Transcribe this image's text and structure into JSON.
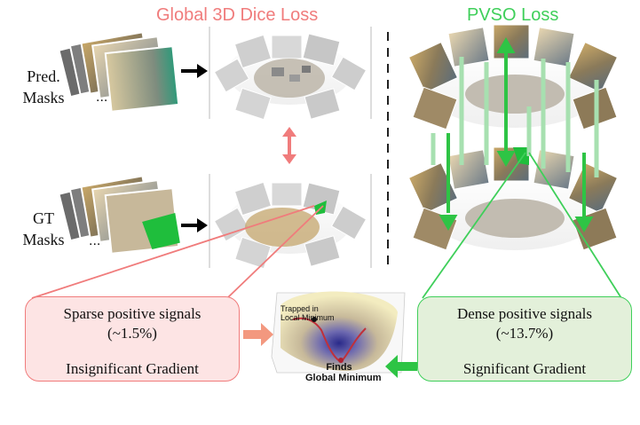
{
  "titles": {
    "left": "Global 3D Dice Loss",
    "right": "PVSO Loss"
  },
  "row_labels": {
    "pred": [
      "Pred.",
      "Masks"
    ],
    "gt": [
      "GT",
      "Masks"
    ],
    "ellipsis": "..."
  },
  "left_box": {
    "line1": "Sparse positive signals",
    "line2": "(~1.5%)",
    "line3": "Insignificant Gradient"
  },
  "right_box": {
    "line1": "Dense positive signals",
    "line2": "(~13.7%)",
    "line3": "Significant Gradient"
  },
  "landscape": {
    "trapped_1": "Trapped in",
    "trapped_2": "Local Minimum",
    "finds_1": "Finds",
    "finds_2": "Global Minimum"
  },
  "colors": {
    "left_accent": "#f07c7c",
    "right_accent": "#3fcf5a",
    "left_box_fill": "#fde4e4",
    "right_box_fill": "#e3f0da",
    "arrow_pink": "#f3987f",
    "arrow_green": "#2ec445",
    "dashed_divider": "#222222"
  },
  "icons": [
    "black-arrow-icon",
    "double-arrow-icon",
    "green-arrow-icon",
    "orange-arrow-icon"
  ]
}
